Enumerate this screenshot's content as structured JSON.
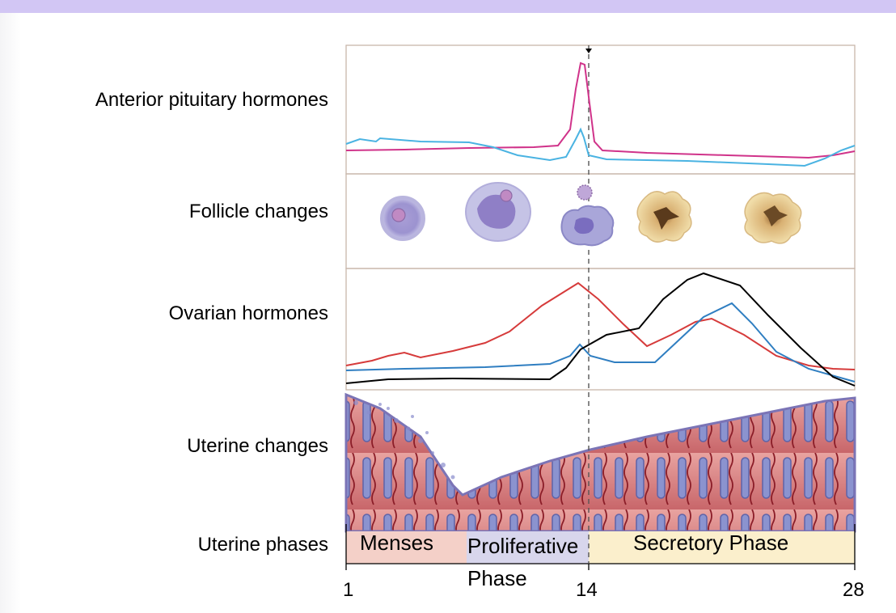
{
  "rows": {
    "pituitary": "Anterior pituitary hormones",
    "follicle": "Follicle changes",
    "ovarian": "Ovarian hormones",
    "uterine": "Uterine changes",
    "phases": "Uterine phases"
  },
  "phases": [
    {
      "label": "Menses",
      "start": 1,
      "end": 7,
      "color": "#f4d0c8"
    },
    {
      "label_line1": "Proliferative",
      "label_line2": "Phase",
      "start": 7,
      "end": 14,
      "color": "#d8d6ec"
    },
    {
      "label": "Secretory Phase",
      "start": 14,
      "end": 28,
      "color": "#fbefcc"
    }
  ],
  "axis": {
    "ticks": [
      "1",
      "14",
      "28"
    ],
    "ovulation_day": 14
  },
  "colors": {
    "lh": "#d0338a",
    "fsh": "#4ab3e2",
    "estrogen": "#d63b3b",
    "progesterone": "#000000",
    "blue_hormone": "#2f7ec1",
    "frame": "#c8b7ab"
  },
  "icons": [
    "follicle-primary-icon",
    "follicle-secondary-icon",
    "ovulation-icon",
    "corpus-luteum-icon",
    "corpus-albicans-icon"
  ]
}
